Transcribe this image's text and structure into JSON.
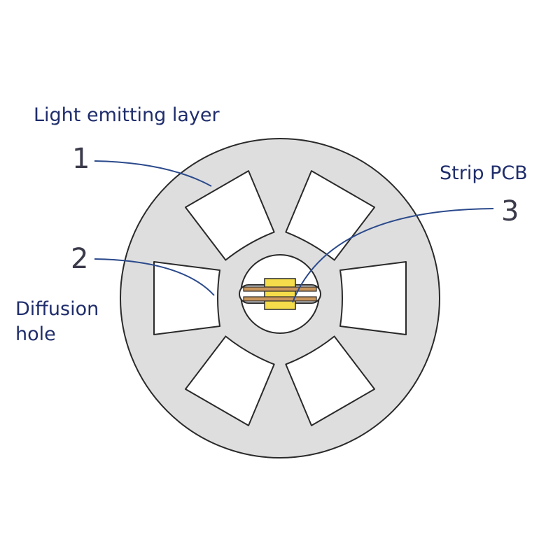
{
  "labels": {
    "light_layer_text": "Light emitting layer",
    "light_layer_number": "1",
    "diffusion_hole_text": "Diffusion\nhole",
    "diffusion_hole_number": "2",
    "strip_pcb_text": "Strip PCB",
    "strip_pcb_number": "3"
  },
  "colors": {
    "body_fill": "#dedede",
    "outline": "#2a2a2a",
    "label_text": "#1f2d6b",
    "leader_line": "#2b4a8c",
    "led_chip": "#f4dc4a",
    "pcb_copper": "#c9955a"
  }
}
